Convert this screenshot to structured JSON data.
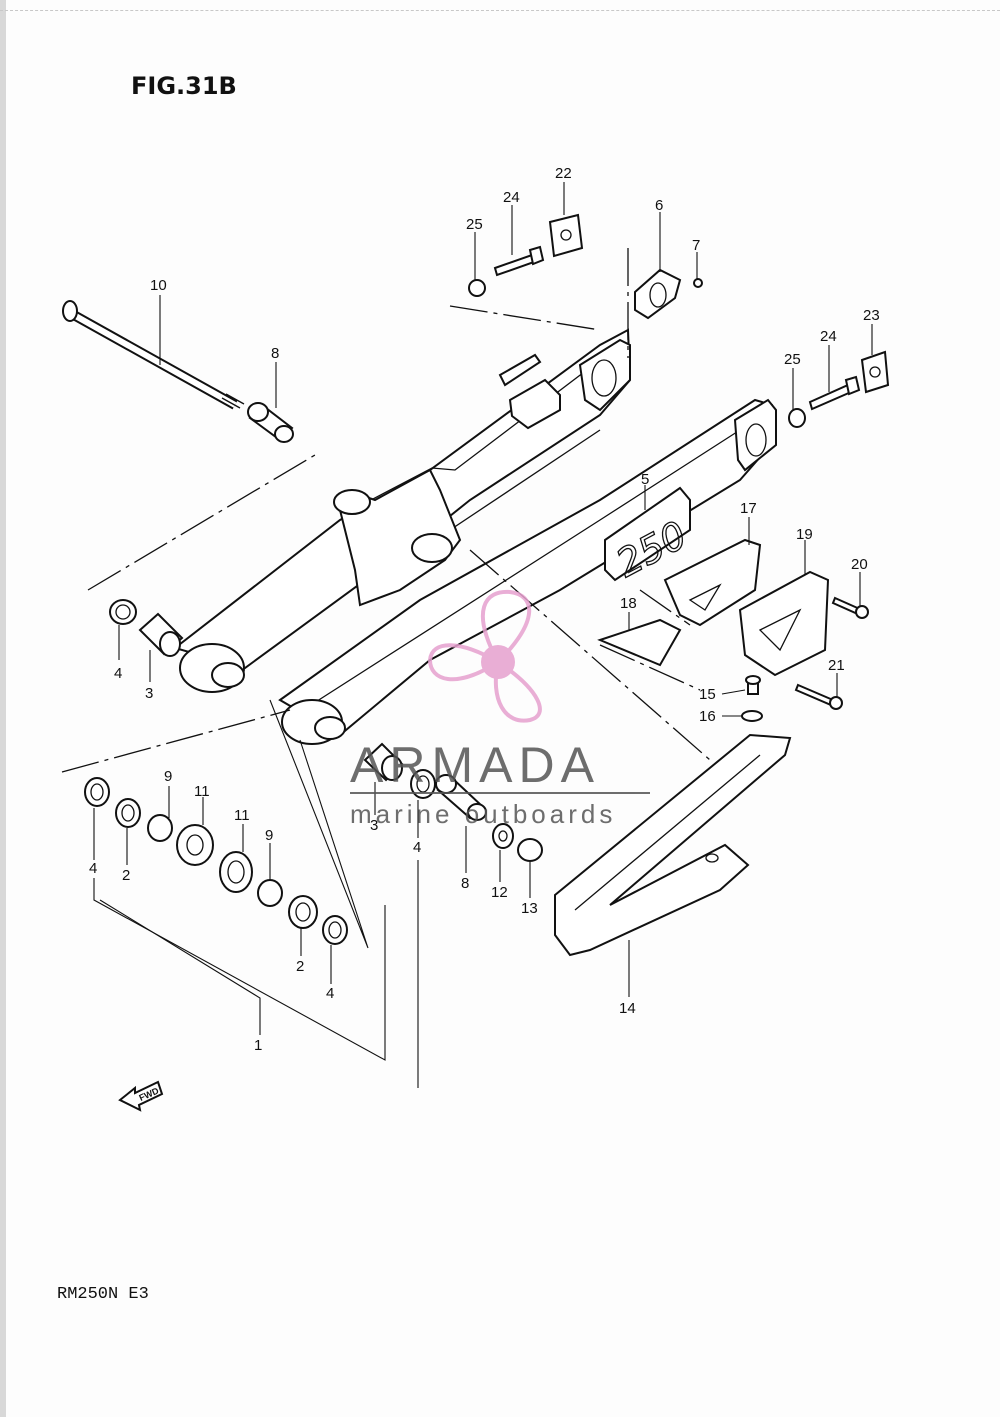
{
  "figure": {
    "title": "FIG.31B",
    "model": "RM250N E3"
  },
  "fwd_label": "FWD",
  "frame_decal": "250",
  "watermark": {
    "brand": "ARMADA",
    "tagline": "marine outboards",
    "color": "#e6a1cf"
  },
  "callouts": [
    {
      "id": "c1",
      "label": "1"
    },
    {
      "id": "c2a",
      "label": "2"
    },
    {
      "id": "c2b",
      "label": "2"
    },
    {
      "id": "c3a",
      "label": "3"
    },
    {
      "id": "c3b",
      "label": "3"
    },
    {
      "id": "c4a",
      "label": "4"
    },
    {
      "id": "c4b",
      "label": "4"
    },
    {
      "id": "c4c",
      "label": "4"
    },
    {
      "id": "c4d",
      "label": "4"
    },
    {
      "id": "c5",
      "label": "5"
    },
    {
      "id": "c6",
      "label": "6"
    },
    {
      "id": "c7",
      "label": "7"
    },
    {
      "id": "c8a",
      "label": "8"
    },
    {
      "id": "c8b",
      "label": "8"
    },
    {
      "id": "c9a",
      "label": "9"
    },
    {
      "id": "c9b",
      "label": "9"
    },
    {
      "id": "c10",
      "label": "10"
    },
    {
      "id": "c11a",
      "label": "11"
    },
    {
      "id": "c11b",
      "label": "11"
    },
    {
      "id": "c12",
      "label": "12"
    },
    {
      "id": "c13",
      "label": "13"
    },
    {
      "id": "c14",
      "label": "14"
    },
    {
      "id": "c15",
      "label": "15"
    },
    {
      "id": "c16",
      "label": "16"
    },
    {
      "id": "c17",
      "label": "17"
    },
    {
      "id": "c18",
      "label": "18"
    },
    {
      "id": "c19",
      "label": "19"
    },
    {
      "id": "c20",
      "label": "20"
    },
    {
      "id": "c21",
      "label": "21"
    },
    {
      "id": "c22",
      "label": "22"
    },
    {
      "id": "c23",
      "label": "23"
    },
    {
      "id": "c24a",
      "label": "24"
    },
    {
      "id": "c24b",
      "label": "24"
    },
    {
      "id": "c25a",
      "label": "25"
    },
    {
      "id": "c25b",
      "label": "25"
    }
  ]
}
